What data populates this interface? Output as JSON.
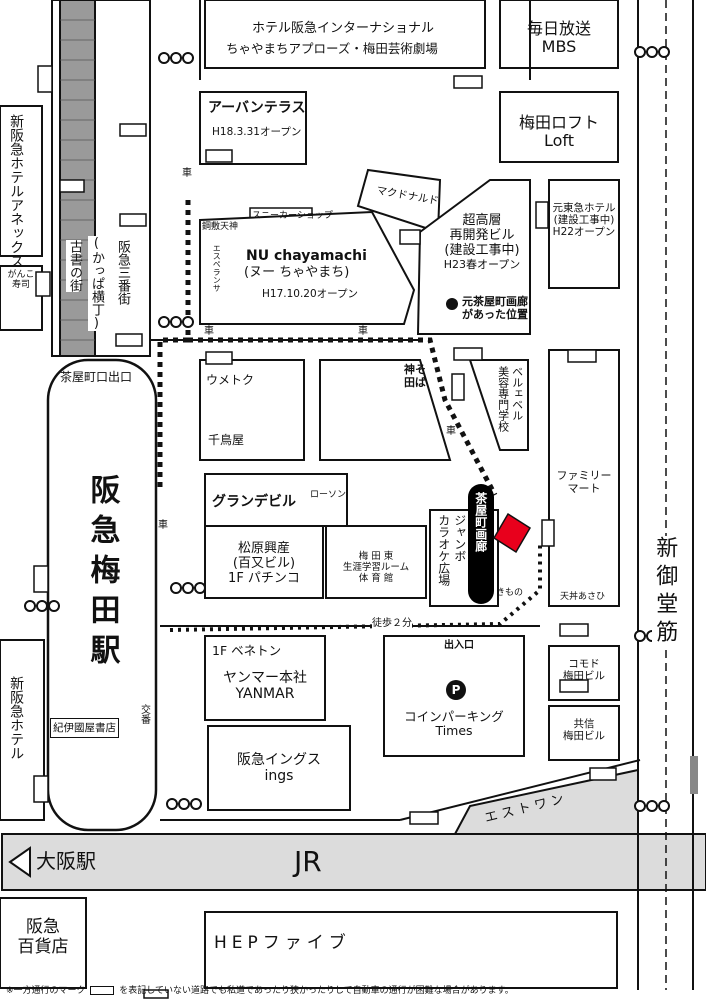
{
  "buildings": {
    "hotel_hankyu_international": "ホテル阪急インターナショナル",
    "chayamachi_applause": "ちゃやまちアプローズ・梅田芸術劇場",
    "mbs_line1": "毎日放送",
    "mbs_line2": "MBS",
    "urban_terrace": "アーバンテラス",
    "urban_terrace_open": "H18.3.31オープン",
    "umeda_loft_line1": "梅田ロフト",
    "umeda_loft_line2": "Loft",
    "shin_hankyu_hotel_annex": "新阪急ホテルアネックス",
    "mcdonalds": "マクドナルド",
    "sneaker_shop": "スニーカーショップ",
    "redevelopment_line1": "超高層",
    "redevelopment_line2": "再開発ビル",
    "redevelopment_line3": "(建設工事中)",
    "redevelopment_open": "H23春オープン",
    "former_gallery_line1": "元茶屋町画廊",
    "former_gallery_line2": "があった位置",
    "moto_toyoko_line1": "元東急ホテル",
    "moto_toyoko_line2": "(建設工事中)",
    "moto_toyoko_open": "H22オープン",
    "ganko_sushi_line1": "がんこ",
    "ganko_sushi_line2": "寿司",
    "kappa_yokocho": "(かっぱ横丁)",
    "furuhon": "古書の街",
    "hankyu_sanbangai": "阪急三番街",
    "yashiki_tenjin": "鋼敷天神",
    "esperanza": "エスペランサ",
    "nu_chayamachi": "NU chayamachi",
    "nu_chayamachi_kana": "(ヌー ちゃやまち)",
    "nu_open": "H17.10.20オープン",
    "chayamachi_exit": "茶屋町口出口",
    "umetoku": "ウメトク",
    "chidoriya": "千鳥屋",
    "shinsoba_line1": "神そ",
    "shinsoba_line2": "田ば",
    "bell_beauty_line1": "ベルェベル",
    "bell_beauty_line2": "美容専門学校",
    "familymart_line1": "ファミリー",
    "familymart_line2": "マート",
    "grande_bldg": "グランデビル",
    "lawson": "ローソン",
    "gallery": "茶屋町画廊",
    "jumbo_karaoke_line1": "ジャンボ",
    "jumbo_karaoke_line2": "カラオケ広場",
    "kimono": "きもの",
    "tendon": "天丼あさひ",
    "matsubara_line1": "松原興産",
    "matsubara_line2": "(百又ビル)",
    "matsubara_line3": "1F パチンコ",
    "umeda_east_line1": "梅 田 東",
    "umeda_east_line2": "生涯学習ルーム",
    "umeda_east_line3": "体 育 館",
    "hankyu_umeda_station": "阪急梅田駅",
    "kinokuniya": "紀伊國屋書店",
    "koban": "交番",
    "shin_hankyu_hotel": "新阪急ホテル",
    "benetton": "1F ベネトン",
    "yanmar_line1": "ヤンマー本社",
    "yanmar_line2": "YANMAR",
    "hankyu_ings_line1": "阪急イングス",
    "hankyu_ings_line2": "ings",
    "parking_entrance": "出入口",
    "parking_symbol": "P",
    "coin_parking": "コインパーキング",
    "times": "Times",
    "comodo_line1": "コモド",
    "comodo_line2": "梅田ビル",
    "kyoshin_line1": "共信",
    "kyoshin_line2": "梅田ビル",
    "est_one": "エストワン",
    "hankyu_dept_line1": "阪急",
    "hankyu_dept_line2": "百貨店",
    "hep_five": "HEPファイブ"
  },
  "streets": {
    "shin_midosuji": "新御堂筋",
    "jr": "JR",
    "osaka_station": "大阪駅"
  },
  "annotations": {
    "car": "車",
    "walk": "徒歩２分"
  },
  "footer": {
    "prefix": "※一方通行のマーク",
    "text": "を表記していない道路でも私道であったり狭かったりして自動車の通行が困難な場合があります。"
  },
  "colors": {
    "line": "#111111",
    "gray_fill": "#c8c8c8",
    "rail_fill": "#dcdcdc",
    "station_tracks": "#9a9a9a",
    "target_marker": "#e8001c",
    "gallery_capsule": "#000000"
  }
}
